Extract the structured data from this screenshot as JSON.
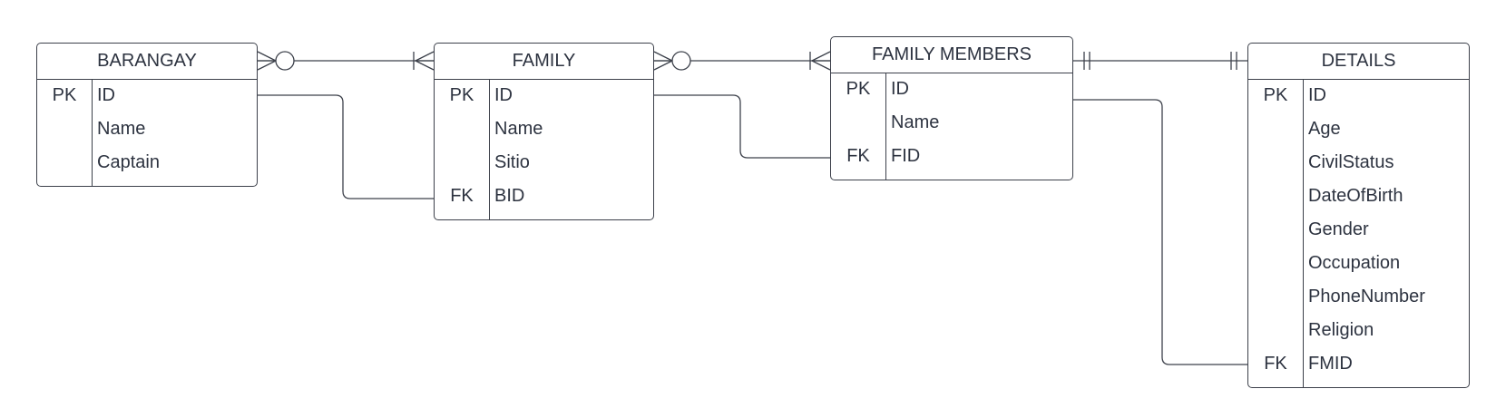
{
  "diagram": {
    "line_color": "#3c404a",
    "text_color": "#2d3340",
    "entities": [
      {
        "id": "barangay",
        "title": "BARANGAY",
        "rows": [
          {
            "key": "PK",
            "field": "ID"
          },
          {
            "key": "",
            "field": "Name"
          },
          {
            "key": "",
            "field": "Captain"
          }
        ]
      },
      {
        "id": "family",
        "title": "FAMILY",
        "rows": [
          {
            "key": "PK",
            "field": "ID"
          },
          {
            "key": "",
            "field": "Name"
          },
          {
            "key": "",
            "field": "Sitio"
          },
          {
            "key": "FK",
            "field": "BID"
          }
        ]
      },
      {
        "id": "family-members",
        "title": "FAMILY MEMBERS",
        "rows": [
          {
            "key": "PK",
            "field": "ID"
          },
          {
            "key": "",
            "field": "Name"
          },
          {
            "key": "FK",
            "field": "FID"
          }
        ]
      },
      {
        "id": "details",
        "title": "DETAILS",
        "rows": [
          {
            "key": "PK",
            "field": "ID"
          },
          {
            "key": "",
            "field": "Age"
          },
          {
            "key": "",
            "field": "CivilStatus"
          },
          {
            "key": "",
            "field": "DateOfBirth"
          },
          {
            "key": "",
            "field": "Gender"
          },
          {
            "key": "",
            "field": "Occupation"
          },
          {
            "key": "",
            "field": "PhoneNumber"
          },
          {
            "key": "",
            "field": "Religion"
          },
          {
            "key": "FK",
            "field": "FMID"
          }
        ]
      }
    ],
    "relationships": [
      {
        "from": "barangay",
        "to": "family",
        "from_end": "zero-or-many",
        "to_end": "one-or-many"
      },
      {
        "from": "family",
        "to": "family-members",
        "from_end": "zero-or-many",
        "to_end": "one-or-many"
      },
      {
        "from": "family-members",
        "to": "details",
        "from_end": "exactly-one",
        "to_end": "exactly-one"
      }
    ]
  }
}
